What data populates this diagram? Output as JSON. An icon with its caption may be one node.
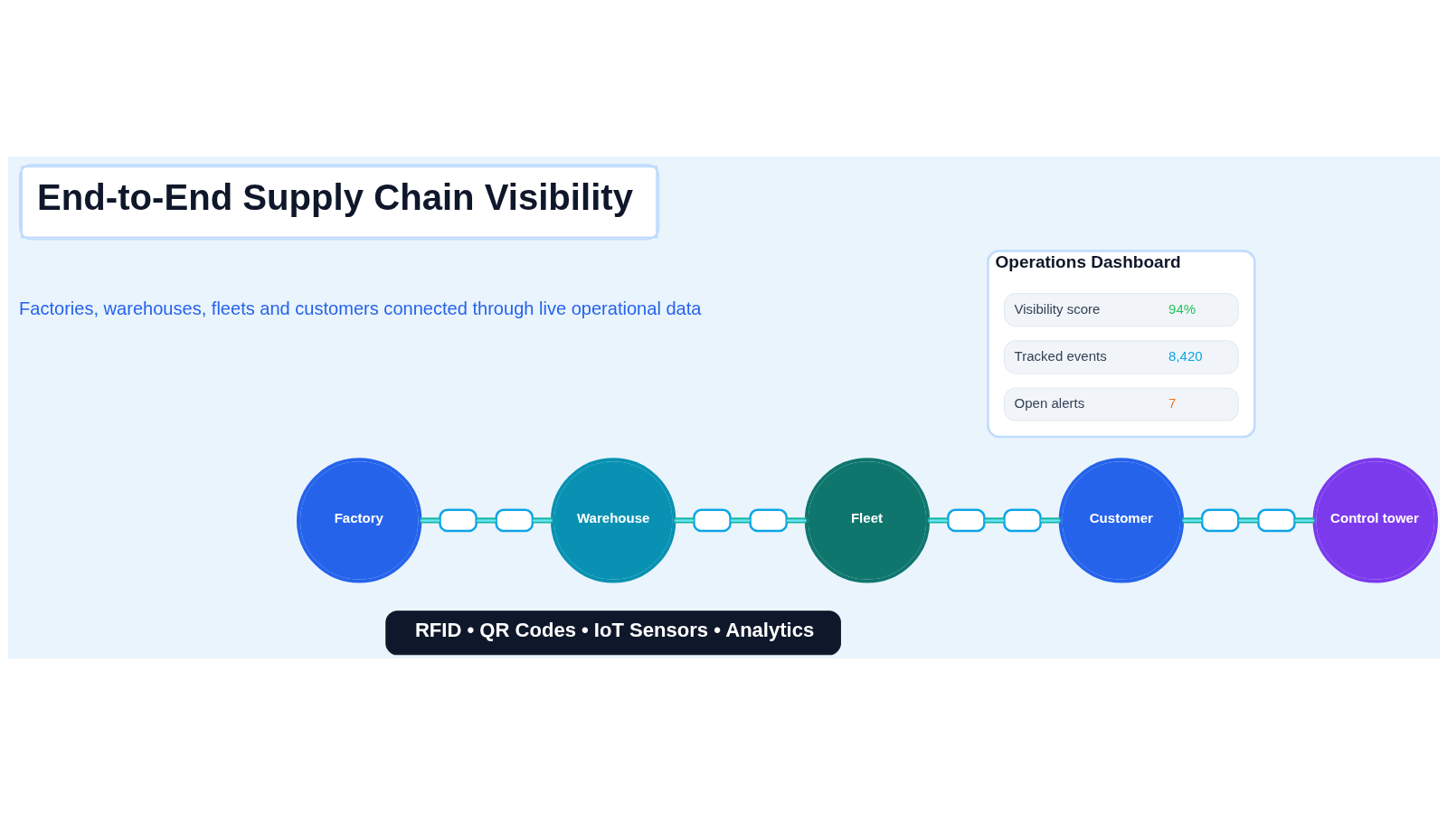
{
  "diagram": {
    "title": "End-to-End Supply Chain Visibility",
    "nodes": [
      {
        "text": [
          "Operations Dashboard"
        ]
      },
      {
        "text": [
          "Visibility score",
          "94%"
        ],
        "in": 0
      },
      {
        "text": [
          "Tracked events",
          "8,420"
        ],
        "in": 0
      },
      {
        "text": [
          "Open alerts",
          "7"
        ],
        "in": 0
      },
      {
        "text": [
          "Factory"
        ]
      },
      {
        "text": [],
        "shape": "box"
      },
      {
        "text": [],
        "shape": "box"
      },
      {
        "text": [
          "Warehouse"
        ]
      },
      {
        "text": [],
        "shape": "box"
      },
      {
        "text": [],
        "shape": "box"
      },
      {
        "text": [
          "Fleet"
        ]
      },
      {
        "text": [],
        "shape": "box"
      },
      {
        "text": [],
        "shape": "box"
      },
      {
        "text": [
          "Customer"
        ]
      },
      {
        "text": [],
        "shape": "box"
      },
      {
        "text": [],
        "shape": "box"
      },
      {
        "text": [
          "Control tower"
        ]
      },
      {
        "text": [
          "RFID • QR Codes • IoT Sensors • Analytics"
        ]
      }
    ],
    "edges": [
      {
        "from": 4,
        "to": 5,
        "arrow": "none"
      },
      {
        "from": 5,
        "to": 6,
        "arrow": "none"
      },
      {
        "from": 6,
        "to": 7,
        "arrow": "none"
      },
      {
        "from": 7,
        "to": 8,
        "arrow": "none"
      },
      {
        "from": 8,
        "to": 9,
        "arrow": "none"
      },
      {
        "from": 9,
        "to": 10,
        "arrow": "none"
      },
      {
        "from": 10,
        "to": 11,
        "arrow": "none"
      },
      {
        "from": 11,
        "to": 12,
        "arrow": "none"
      },
      {
        "from": 12,
        "to": 13,
        "arrow": "none"
      },
      {
        "from": 13,
        "to": 14,
        "arrow": "none"
      },
      {
        "from": 14,
        "to": 15,
        "arrow": "none"
      },
      {
        "from": 15,
        "to": 16,
        "arrow": "none"
      }
    ],
    "labels": [
      "Factories, warehouses, fleets and customers connected through live operational data"
    ]
  }
}
